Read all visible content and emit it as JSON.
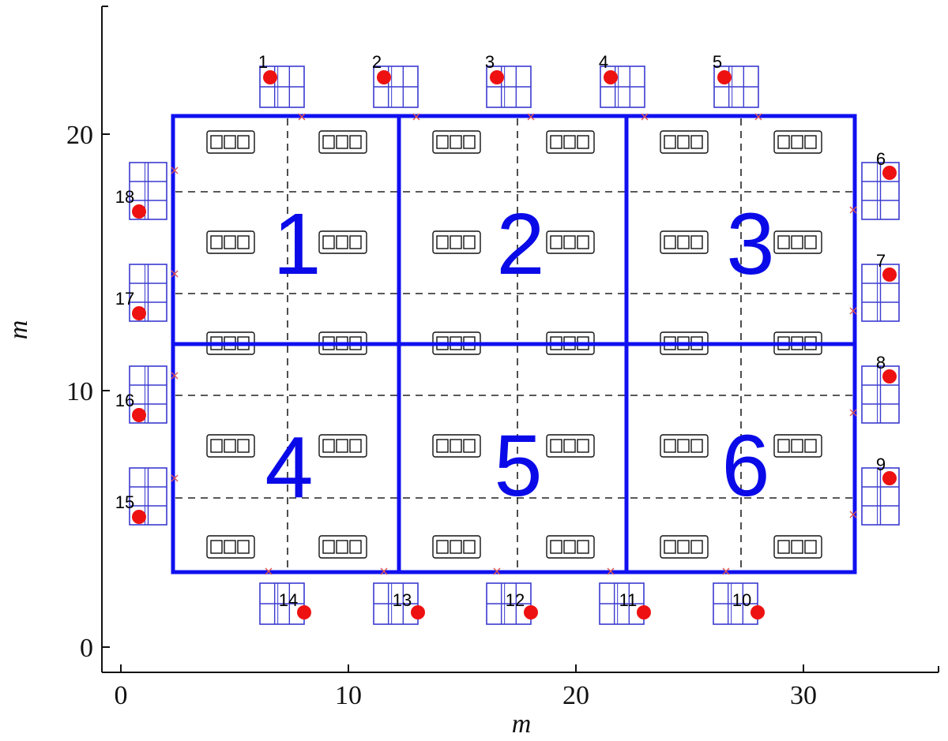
{
  "x_axis": {
    "label": "m",
    "ticks": [
      "0",
      "10",
      "20",
      "30"
    ],
    "range": [
      0,
      36
    ]
  },
  "y_axis": {
    "label": "m",
    "ticks": [
      "0",
      "10",
      "20"
    ],
    "range": [
      0,
      26
    ]
  },
  "zones": [
    "1",
    "2",
    "3",
    "4",
    "5",
    "6"
  ],
  "panels_top": [
    "1",
    "2",
    "3",
    "4",
    "5"
  ],
  "panels_right": [
    "6",
    "7",
    "8",
    "9"
  ],
  "panels_bottom": [
    "10",
    "11",
    "12",
    "13",
    "14"
  ],
  "panels_left": [
    "15",
    "16",
    "17",
    "18"
  ],
  "colors": {
    "zone_border": "#1010f0",
    "panel": "#3a3ad0",
    "sensor": "#ee1111",
    "grid": "#222222",
    "marker": "#e05555"
  }
}
